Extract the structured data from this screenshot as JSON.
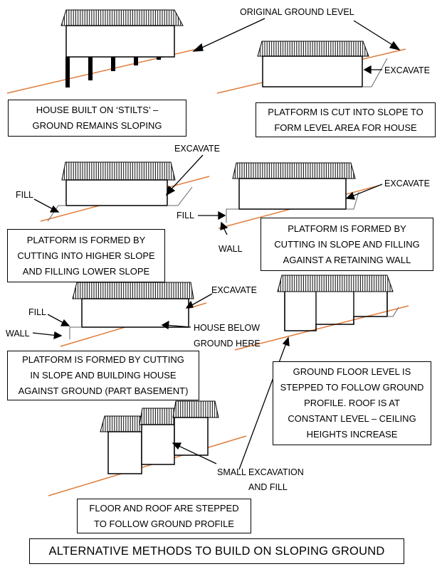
{
  "labels": {
    "original_ground_level": "ORIGINAL GROUND LEVEL",
    "excavate_1": "EXCAVATE",
    "excavate_2": "EXCAVATE",
    "excavate_3": "EXCAVATE",
    "excavate_4": "EXCAVATE",
    "fill_1": "FILL",
    "fill_2": "FILL",
    "fill_3": "FILL",
    "wall_1": "WALL",
    "wall_2": "WALL",
    "house_below_line1": "HOUSE BELOW",
    "house_below_line2": "GROUND HERE",
    "small_excavation_line1": "SMALL EXCAVATION",
    "small_excavation_line2": "AND FILL"
  },
  "captions": {
    "stilts": "HOUSE BUILT ON ‘STILTS’ –\nGROUND REMAINS SLOPING",
    "cut_platform": "PLATFORM IS CUT INTO SLOPE TO\nFORM LEVEL AREA FOR HOUSE",
    "cut_fill": "PLATFORM IS FORMED BY\nCUTTING INTO HIGHER SLOPE\nAND FILLING LOWER SLOPE",
    "retaining_wall": "PLATFORM IS FORMED BY\nCUTTING IN SLOPE AND FILLING\nAGAINST A RETAINING WALL",
    "part_basement": "PLATFORM IS FORMED BY CUTTING\nIN SLOPE AND BUILDING HOUSE\nAGAINST GROUND (PART BASEMENT)",
    "stepped_floor": "GROUND FLOOR LEVEL IS\nSTEPPED TO FOLLOW GROUND\nPROFILE. ROOF IS AT\nCONSTANT LEVEL – CEILING\nHEIGHTS INCREASE",
    "stepped_both": "FLOOR AND ROOF ARE STEPPED\nTO FOLLOW GROUND PROFILE"
  },
  "title": "ALTERNATIVE METHODS TO BUILD ON SLOPING GROUND",
  "colors": {
    "ground_line": "#e07b39",
    "ink": "#000000",
    "roof": "#ffffff"
  }
}
